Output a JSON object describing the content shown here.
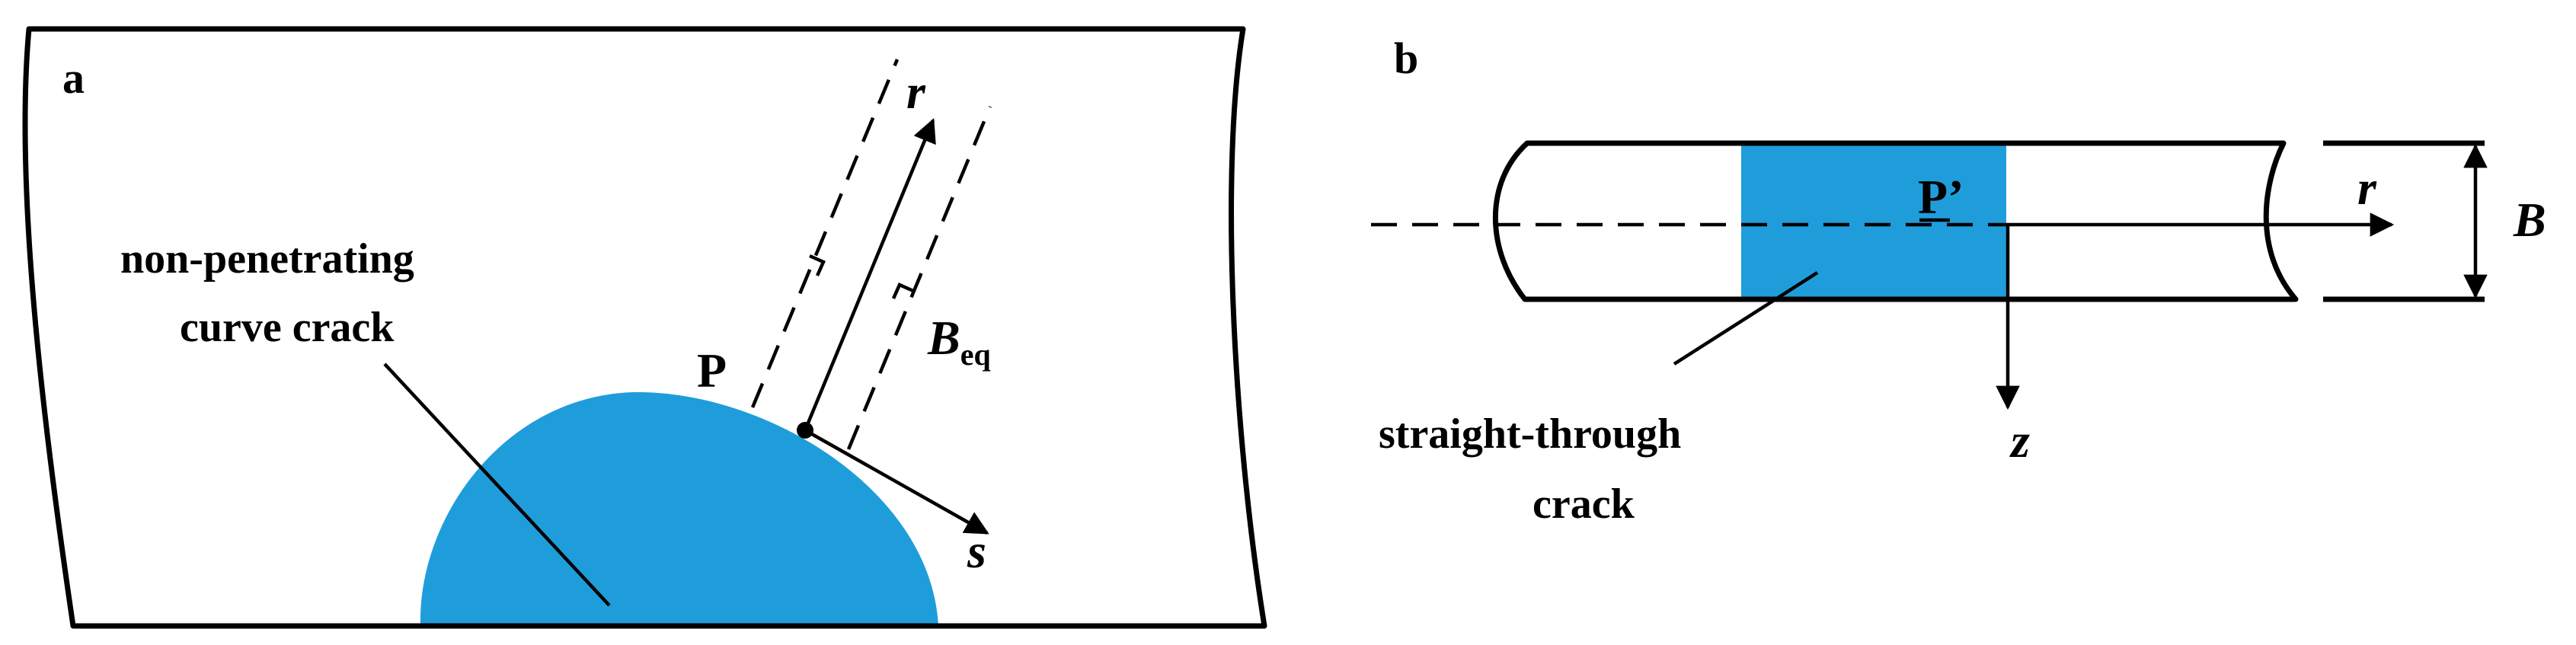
{
  "panels": {
    "a": {
      "label": "a",
      "crack_label_line1": "non-penetrating",
      "crack_label_line2": "curve crack",
      "point_label": "P",
      "axis_r": "r",
      "axis_s": "s",
      "thickness_main": "B",
      "thickness_sub": "eq"
    },
    "b": {
      "label": "b",
      "crack_label_line1": "straight-through",
      "crack_label_line2": "crack",
      "point_label": "P’",
      "axis_r": "r",
      "axis_z": "z",
      "thickness": "B"
    }
  },
  "colors": {
    "crack_fill": "#1f9ddb",
    "line": "#000000",
    "background": "#ffffff"
  }
}
